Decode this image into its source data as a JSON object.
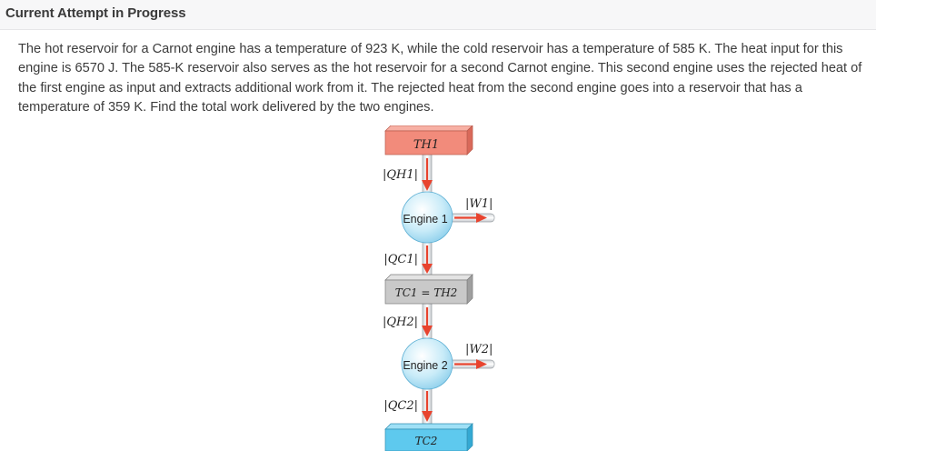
{
  "header": {
    "title": "Current Attempt in Progress"
  },
  "problem": {
    "text": "The hot reservoir for a Carnot engine has a temperature of 923 K, while the cold reservoir has a temperature of 585 K. The heat input for this engine is 6570 J. The 585-K reservoir also serves as the hot reservoir for a second Carnot engine. This second engine uses the rejected heat of the first engine as input and extracts additional work from it. The rejected heat from the second engine goes into a reservoir that has a temperature of 359 K. Find the total work delivered by the two engines."
  },
  "diagram": {
    "hot_reservoir": "TH1",
    "middle_reservoir": "TC1 = TH2",
    "cold_reservoir": "TC2",
    "engine1": "Engine 1",
    "engine2": "Engine 2",
    "qh1": "|QH1|",
    "qc1": "|QC1|",
    "qh2": "|QH2|",
    "qc2": "|QC2|",
    "w1": "|W1|",
    "w2": "|W2|"
  },
  "colors": {
    "hot": "#f28b7b",
    "middle": "#c9c9c9",
    "cold": "#5ec9ee",
    "arrow": "#e8432e",
    "engine": "#a9dcf2"
  }
}
